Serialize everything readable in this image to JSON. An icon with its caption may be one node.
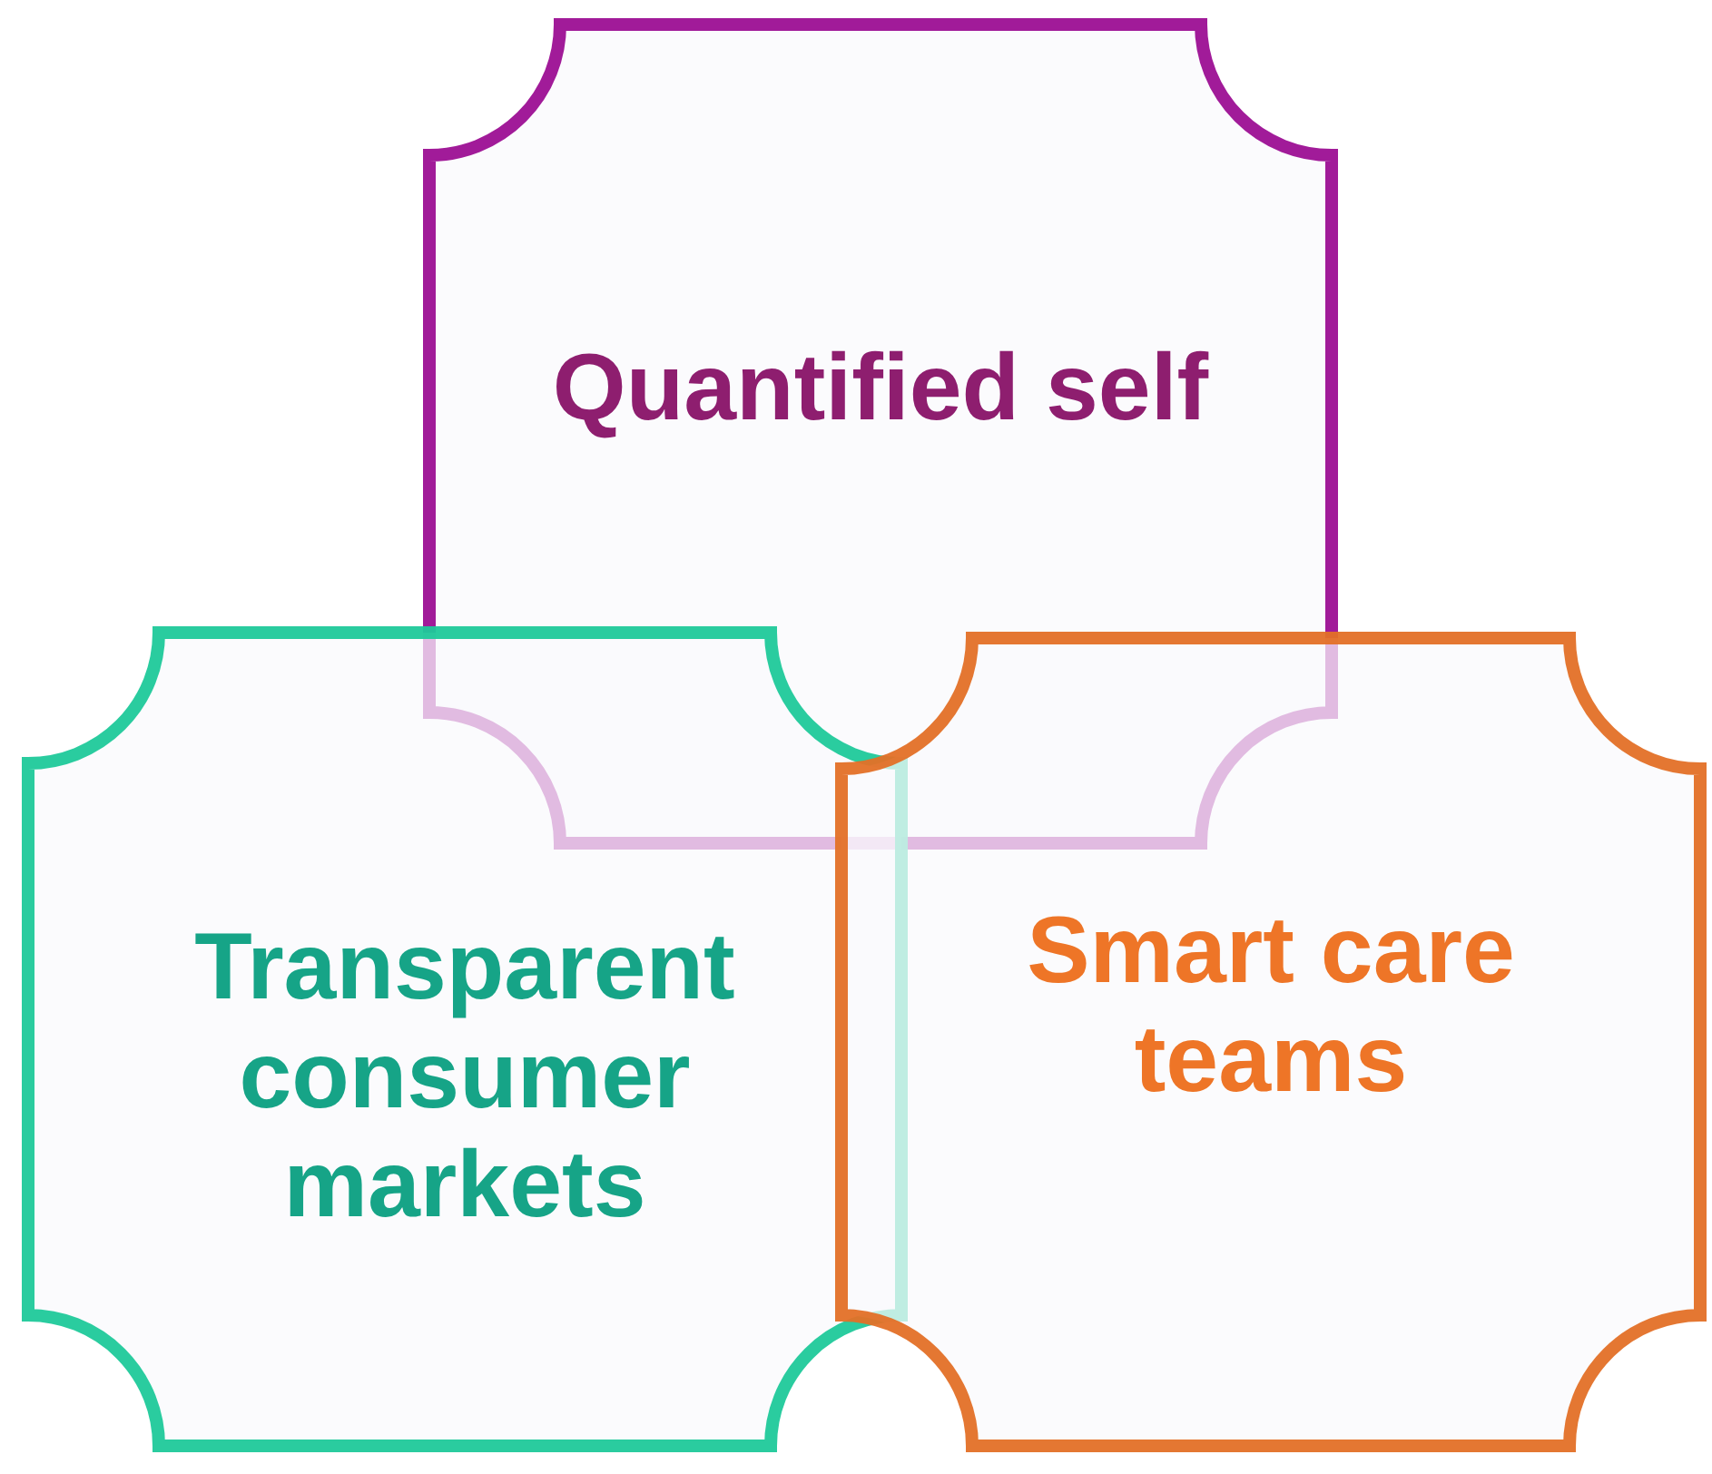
{
  "diagram": {
    "nodes": [
      {
        "text": [
          "Quantified self"
        ]
      },
      {
        "text": [
          "Transparent consumer markets"
        ]
      },
      {
        "text": [
          "Smart care teams"
        ]
      }
    ]
  }
}
